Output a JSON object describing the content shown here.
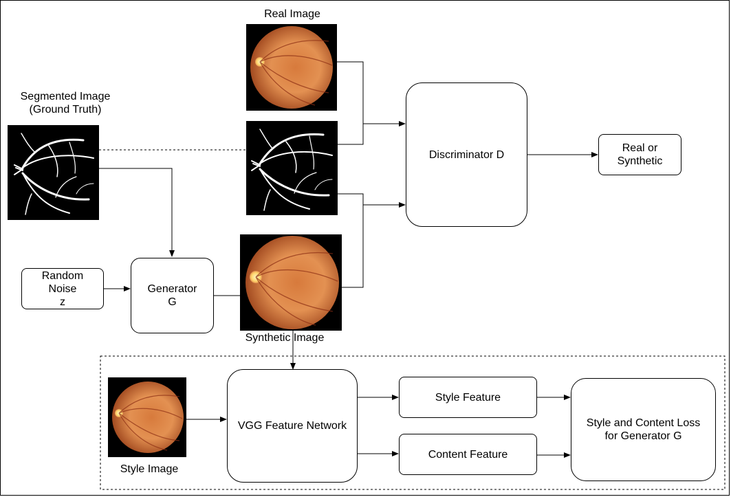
{
  "labels": {
    "real_image": "Real Image",
    "segmented_line1": "Segmented Image",
    "segmented_line2": "(Ground Truth)",
    "synthetic_image": "Synthetic Image",
    "style_image": "Style Image"
  },
  "boxes": {
    "random_noise_line1": "Random",
    "random_noise_line2": "Noise",
    "random_noise_line3": "z",
    "generator_line1": "Generator",
    "generator_line2": "G",
    "discriminator": "Discriminator D",
    "real_or_synthetic_line1": "Real or",
    "real_or_synthetic_line2": "Synthetic",
    "vgg": "VGG Feature Network",
    "style_feature": "Style Feature",
    "content_feature": "Content Feature",
    "loss_line1": "Style and Content Loss",
    "loss_line2": "for Generator G"
  },
  "colors": {
    "fundus_center": "#e08a4a",
    "fundus_edge": "#a44a1e",
    "optic_disc": "#ffe38a",
    "vessel": "#ffffff",
    "background_black": "#000000"
  }
}
